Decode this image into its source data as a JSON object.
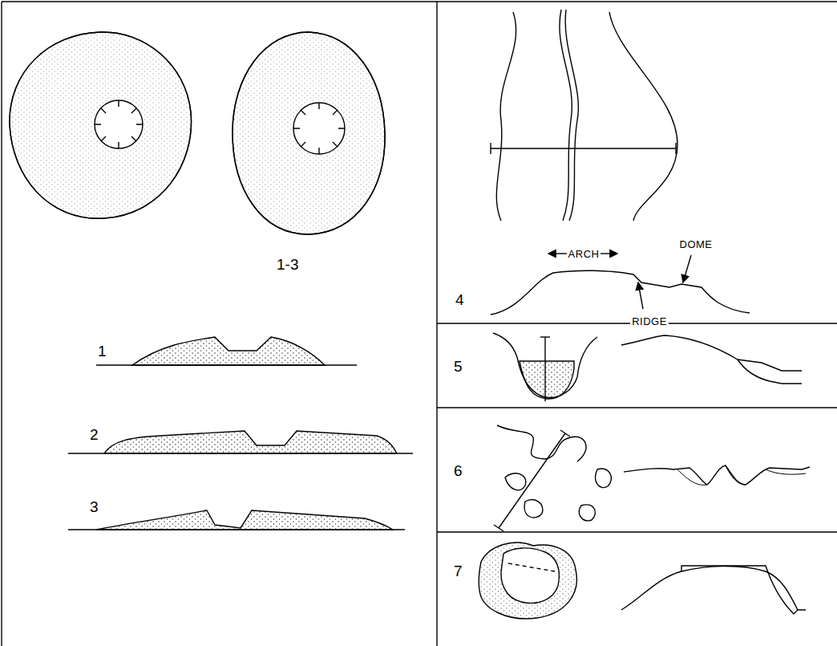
{
  "diagram": {
    "labels": [
      "1-3",
      "1",
      "2",
      "3",
      "4",
      "ARCH",
      "RIDGE",
      "DOME",
      "5",
      "6",
      "7"
    ]
  }
}
